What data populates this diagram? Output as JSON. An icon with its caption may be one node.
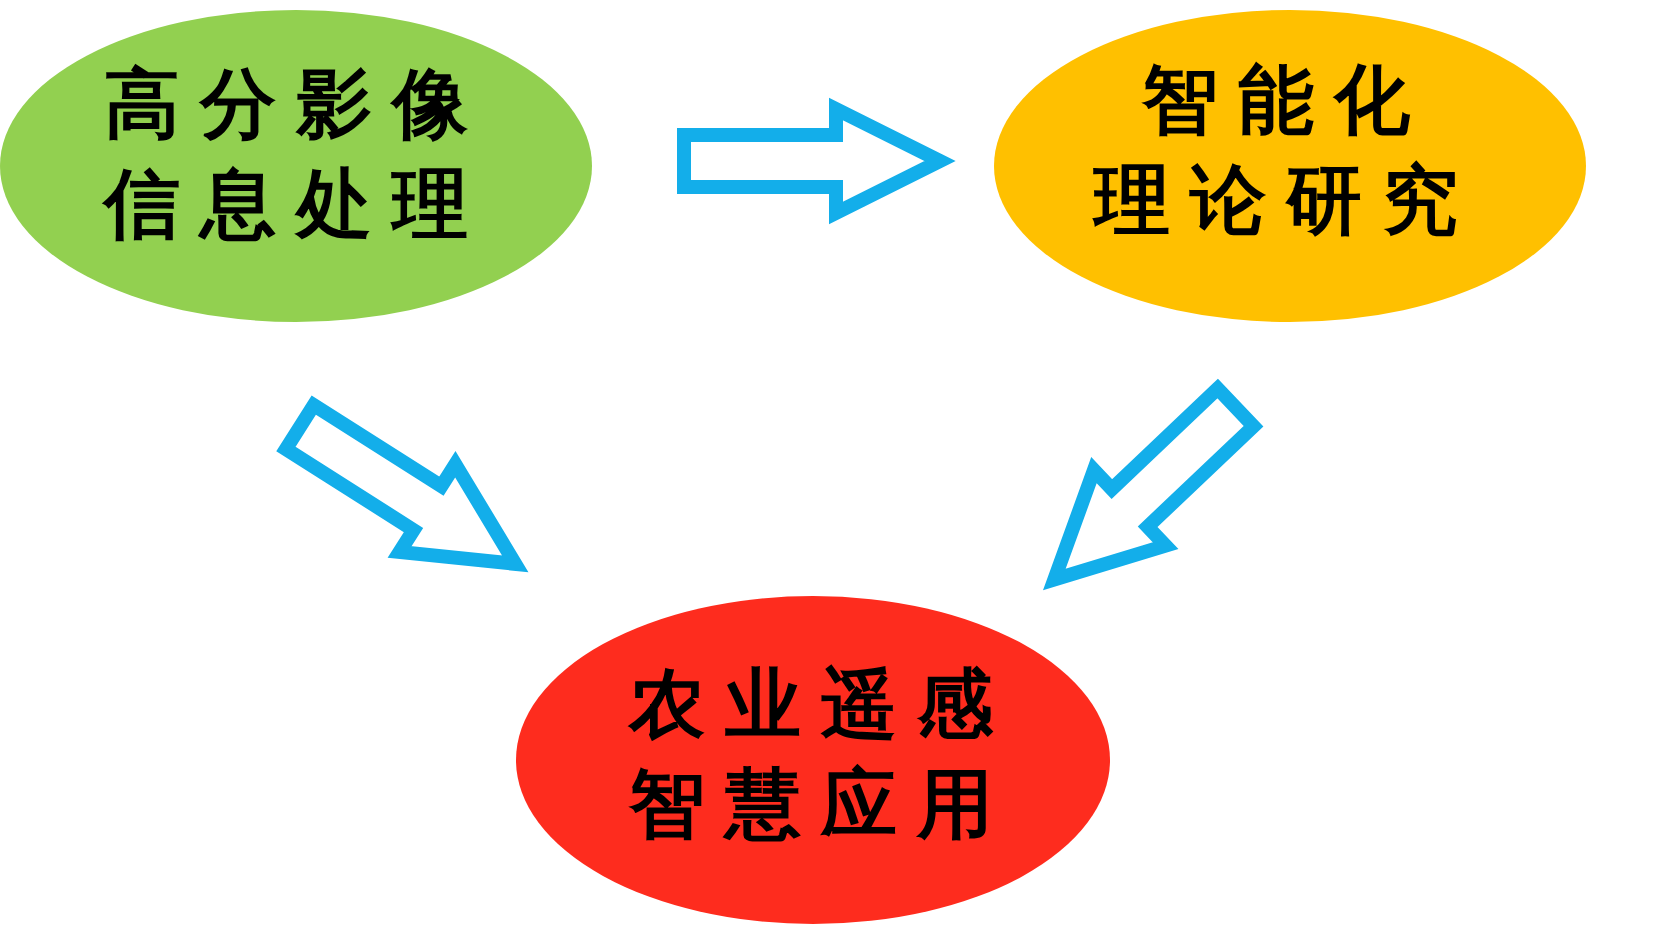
{
  "diagram": {
    "nodes": [
      {
        "text": [
          "高分影像信息处理"
        ]
      },
      {
        "text": [
          "智能化理论研究"
        ]
      },
      {
        "text": [
          "农业遥感智慧应用"
        ]
      }
    ],
    "edges": [
      {
        "from": 0,
        "to": 1,
        "arrow": "to"
      },
      {
        "from": 0,
        "to": 2,
        "arrow": "to"
      },
      {
        "from": 1,
        "to": 2,
        "arrow": "to"
      }
    ]
  }
}
